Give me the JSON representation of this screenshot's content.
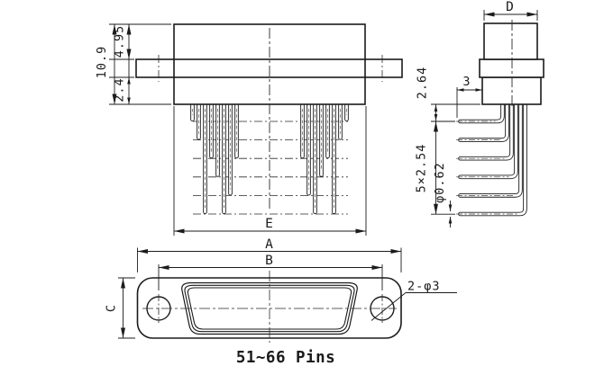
{
  "drawing": {
    "title": "51~66 Pins",
    "front_view": {
      "dim_overall_height": "10.9",
      "dim_top_height": "4.95",
      "dim_bottom_height": "2.4",
      "dim_pin_field_width": "E"
    },
    "side_view": {
      "dim_top_width": "D",
      "dim_tip_offset": "3",
      "dim_first_row": "2.64",
      "dim_row_pitch": "5×2.54",
      "dim_pin_diameter": "φ0.62"
    },
    "bottom_view": {
      "dim_flange_width": "A",
      "dim_hole_spacing": "B",
      "dim_flange_height": "C",
      "dim_mounting_holes": "2-φ3"
    },
    "colors": {
      "line": "#1b1b1b",
      "background": "#ffffff"
    }
  }
}
